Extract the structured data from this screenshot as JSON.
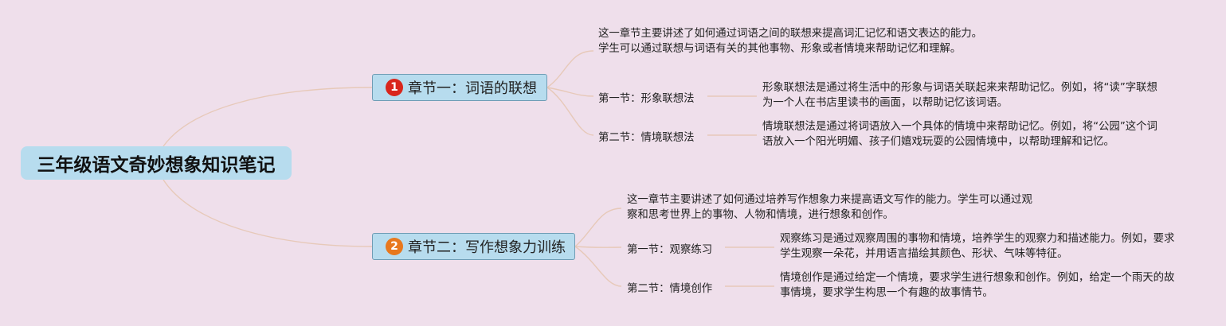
{
  "root": {
    "title": "三年级语文奇妙想象知识笔记"
  },
  "colors": {
    "background": "#efdfeb",
    "node_fill": "#b7dcee",
    "connector": "#e7c9b9"
  },
  "chapters": [
    {
      "number": "1",
      "badge_color": "#d9261c",
      "title": "章节一：词语的联想",
      "summary": "这一章节主要讲述了如何通过词语之间的联想来提高词汇记忆和语文表达的能力。学生可以通过联想与词语有关的其他事物、形象或者情境来帮助记忆和理解。",
      "sections": [
        {
          "title": "第一节：形象联想法",
          "detail": "形象联想法是通过将生活中的形象与词语关联起来来帮助记忆。例如，将“读”字联想为一个人在书店里读书的画面，以帮助记忆该词语。"
        },
        {
          "title": "第二节：情境联想法",
          "detail": "情境联想法是通过将词语放入一个具体的情境中来帮助记忆。例如，将“公园”这个词语放入一个阳光明媚、孩子们嬉戏玩耍的公园情境中，以帮助理解和记忆。"
        }
      ]
    },
    {
      "number": "2",
      "badge_color": "#e8781e",
      "title": "章节二：写作想象力训练",
      "summary": "这一章节主要讲述了如何通过培养写作想象力来提高语文写作的能力。学生可以通过观察和思考世界上的事物、人物和情境，进行想象和创作。",
      "sections": [
        {
          "title": "第一节：观察练习",
          "detail": "观察练习是通过观察周围的事物和情境，培养学生的观察力和描述能力。例如，要求学生观察一朵花，并用语言描绘其颜色、形状、气味等特征。"
        },
        {
          "title": "第二节：情境创作",
          "detail": "情境创作是通过给定一个情境，要求学生进行想象和创作。例如，给定一个雨天的故事情境，要求学生构思一个有趣的故事情节。"
        }
      ]
    }
  ]
}
